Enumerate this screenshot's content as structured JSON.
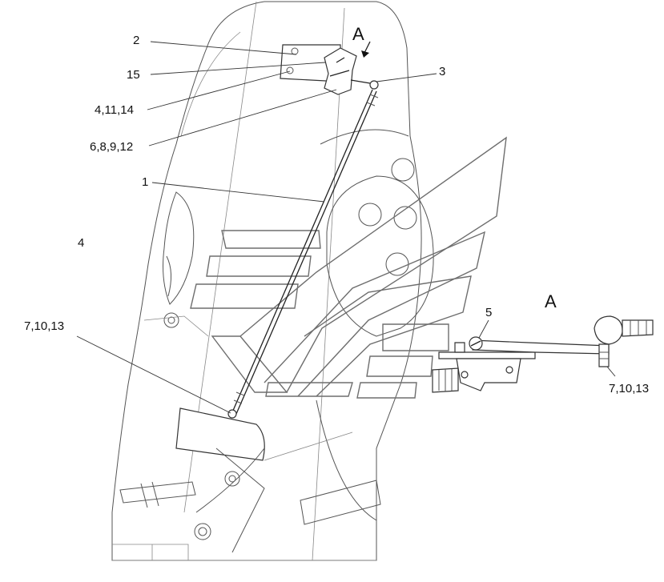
{
  "callouts": {
    "c2": "2",
    "c15": "15",
    "c4_11_14": "4,11,14",
    "c6_8_9_12": "6,8,9,12",
    "c1": "1",
    "c4": "4",
    "c3": "3",
    "c7_10_13_left": "7,10,13",
    "c5": "5",
    "c7_10_13_right": "7,10,13"
  },
  "views": {
    "view_arrow_label": "A",
    "detail_view_label": "A"
  }
}
